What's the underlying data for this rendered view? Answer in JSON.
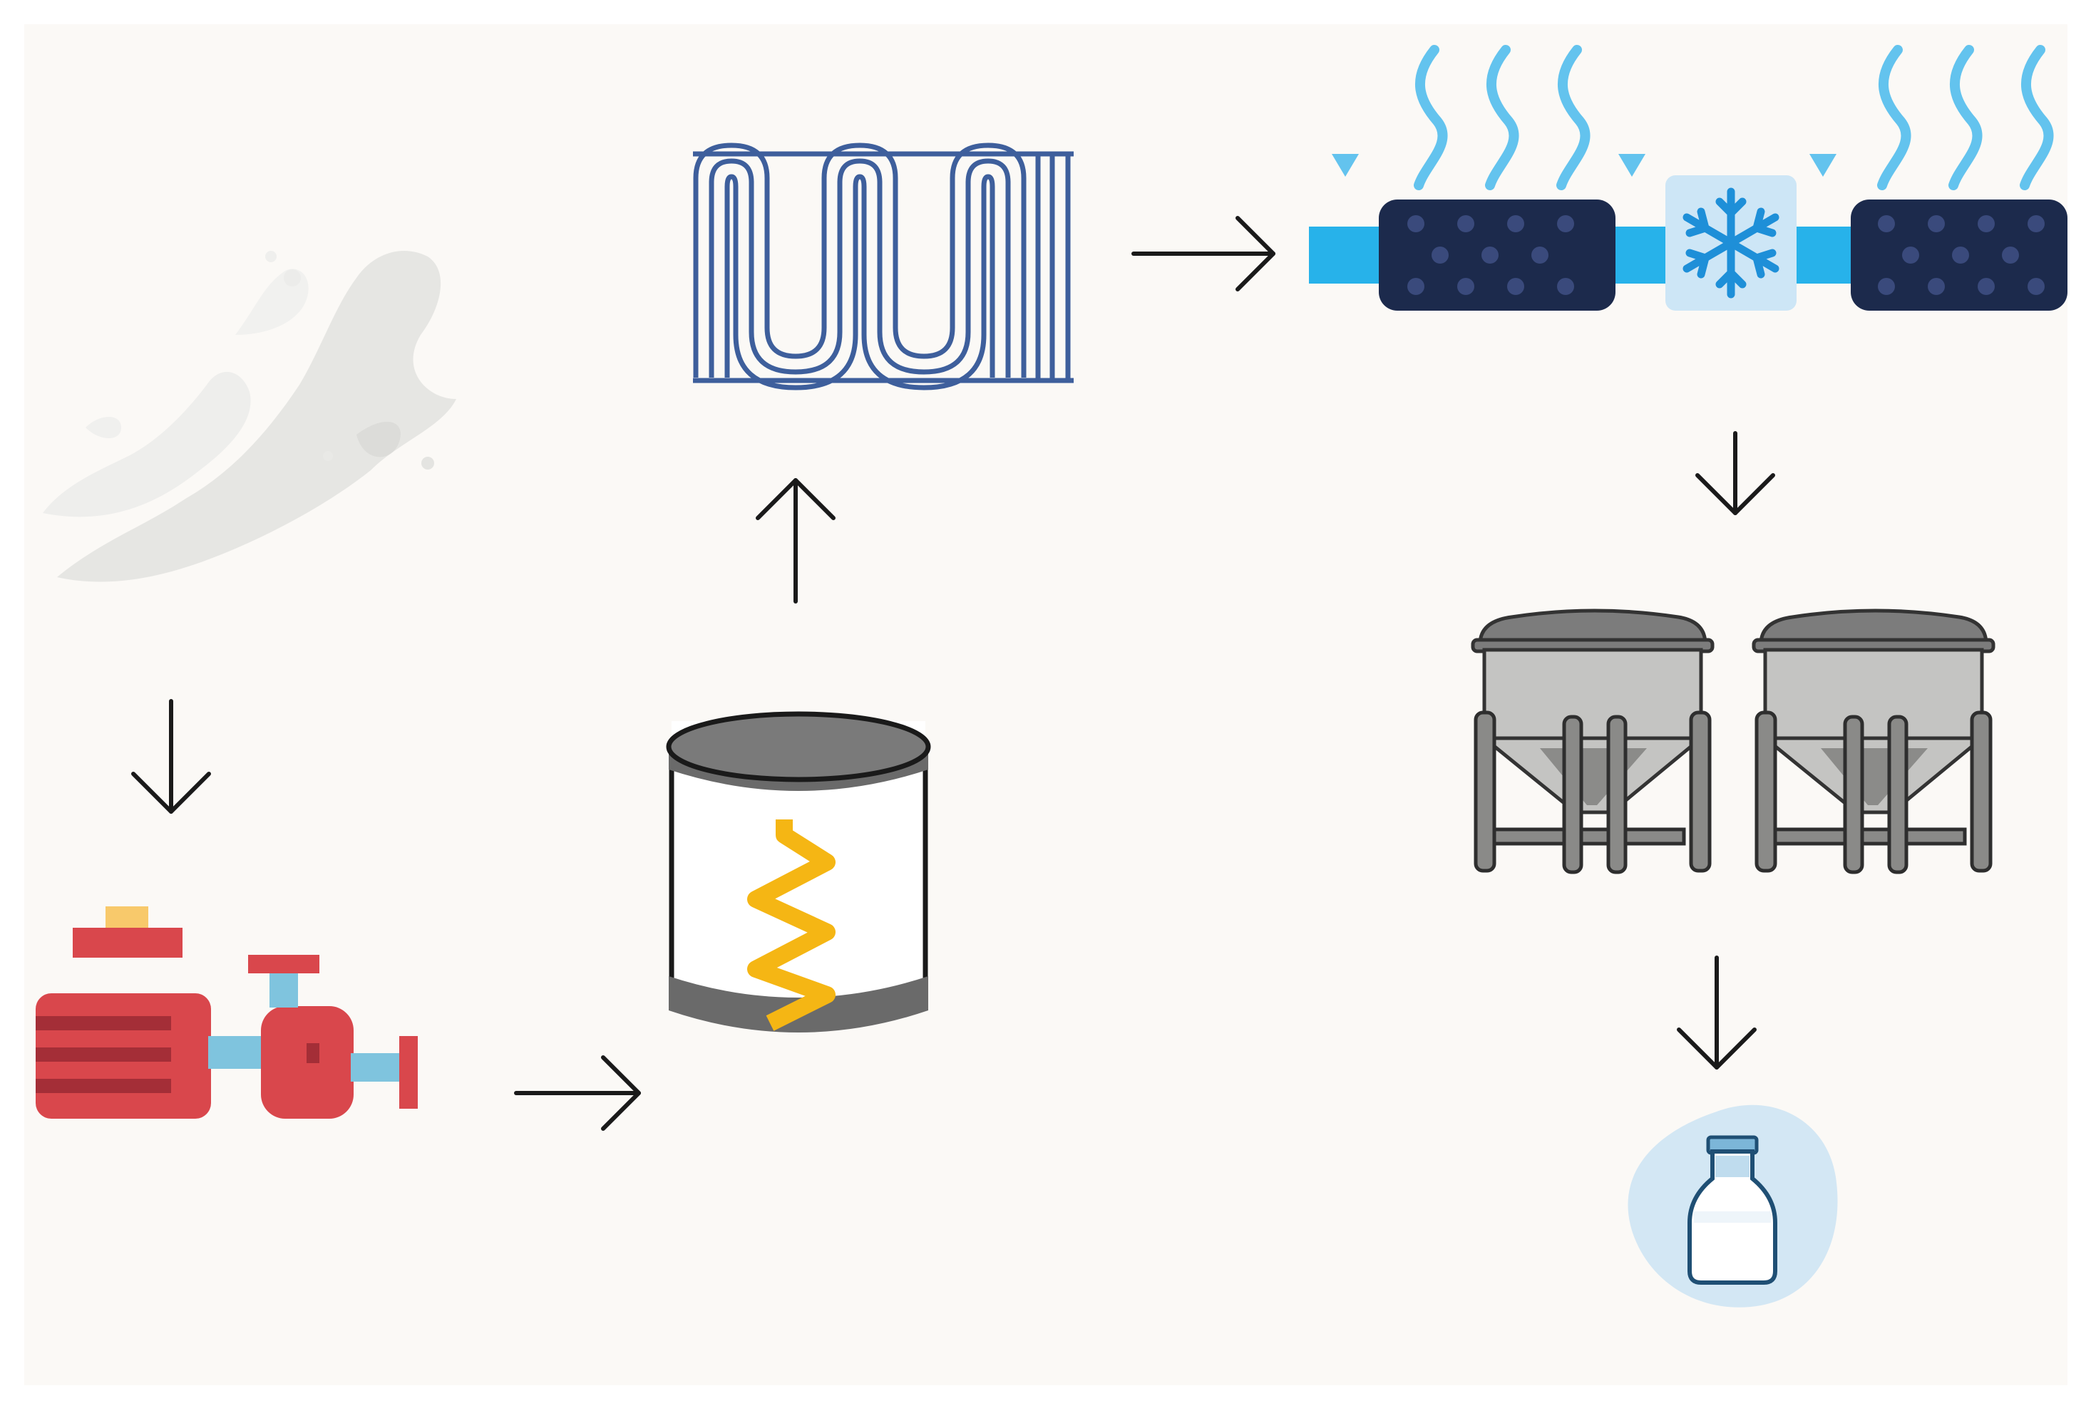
{
  "diagram": {
    "type": "process-flow",
    "background": "#fbf9f6",
    "arrow_color": "#1a1a1a",
    "stages": [
      {
        "icon": "milk-splash-icon"
      },
      {
        "icon": "pump-icon"
      },
      {
        "icon": "heating-tank-icon"
      },
      {
        "icon": "plate-heat-exchanger-icon"
      },
      {
        "icon": "cooling-unit-icon"
      },
      {
        "icon": "storage-silos-icon"
      },
      {
        "icon": "milk-bottle-icon"
      }
    ],
    "arrows": [
      "down",
      "right",
      "up",
      "right",
      "down",
      "down"
    ],
    "colors": {
      "pump_red": "#d9474c",
      "pump_dark": "#a42e37",
      "pump_yellow": "#f8c96b",
      "pump_pipe": "#7fc4de",
      "heat_exchanger": "#3e5f9c",
      "heater_coil": "#f5b614",
      "tank_lid": "#6a6a6a",
      "cooler_pipe": "#27b2ea",
      "cooler_block": "#1c2a4c",
      "cooler_dots": "#3a4a7c",
      "vapor": "#63c3ee",
      "snowflake": "#1e8fd8",
      "silo_body": "#c4c4c2",
      "silo_lid": "#7c7c7c",
      "bottle_circle": "#d3e7f4",
      "bottle_cap": "#7cb6d8"
    }
  }
}
